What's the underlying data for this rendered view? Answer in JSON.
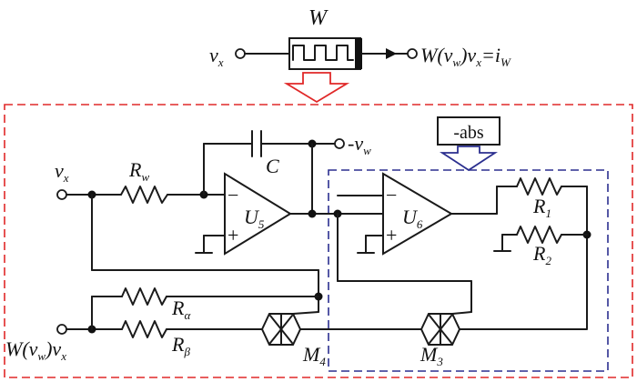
{
  "symbol": {
    "title": "W",
    "input": "v",
    "input_sub": "x",
    "output_pre": "W(v",
    "output_sub1": "w",
    "output_mid": ")v",
    "output_sub2": "x",
    "output_eq": "=i",
    "output_sub3": "W"
  },
  "abs_box": {
    "label": "-abs"
  },
  "nodes": {
    "vx": {
      "main": "v",
      "sub": "x"
    },
    "vw_out": {
      "main": "-v",
      "sub": "w"
    },
    "wout": {
      "pre": "W(v",
      "sub1": "w",
      "mid": ")v",
      "sub2": "x"
    }
  },
  "components": {
    "Rw": {
      "main": "R",
      "sub": "w"
    },
    "C": {
      "main": "C"
    },
    "U5": {
      "main": "U",
      "sub": "5"
    },
    "U6": {
      "main": "U",
      "sub": "6"
    },
    "R1": {
      "main": "R",
      "sub": "1"
    },
    "R2": {
      "main": "R",
      "sub": "2"
    },
    "Ra": {
      "main": "R",
      "sub": "α"
    },
    "Rb": {
      "main": "R",
      "sub": "β"
    },
    "M4": {
      "main": "M",
      "sub": "4"
    },
    "M3": {
      "main": "M",
      "sub": "3"
    }
  },
  "opamp_signs": {
    "minus": "−",
    "plus": "+"
  },
  "colors": {
    "outer_box": "#e02828",
    "inner_box": "#2b2f8f",
    "arrow_red": "#e02828",
    "arrow_blue": "#2b2f8f"
  }
}
